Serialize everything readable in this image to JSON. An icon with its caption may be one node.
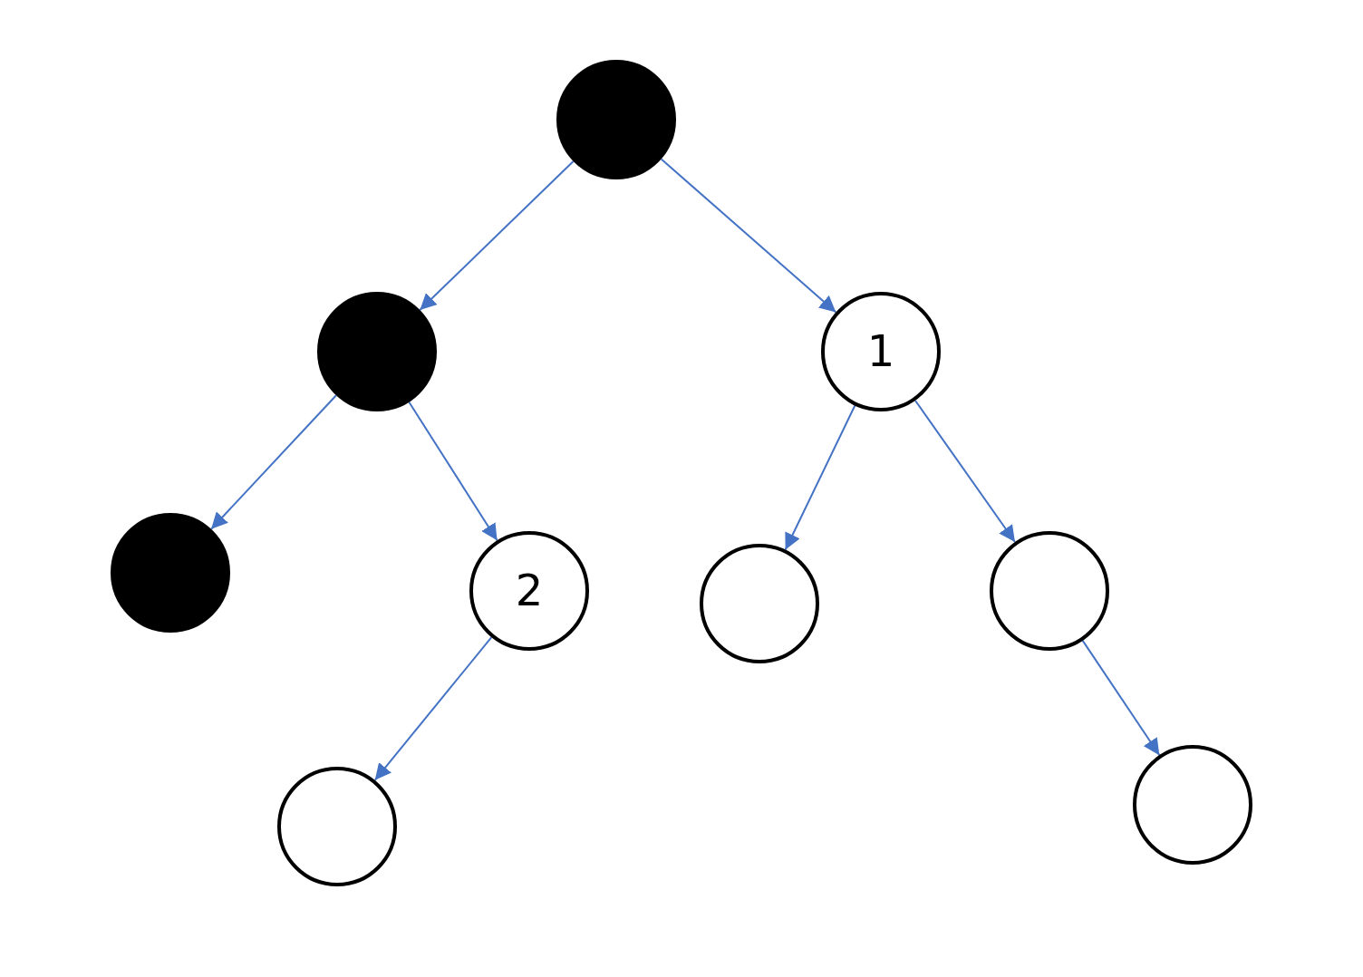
{
  "diagram": {
    "nodes": [
      {
        "text": [],
        "shape": "dot"
      },
      {
        "text": [],
        "shape": "dot"
      },
      {
        "text": [
          "1"
        ]
      },
      {
        "text": [],
        "shape": "dot"
      },
      {
        "text": [
          "2"
        ]
      },
      {
        "text": [],
        "shape": "circle"
      },
      {
        "text": [],
        "shape": "circle"
      },
      {
        "text": [],
        "shape": "circle"
      },
      {
        "text": [],
        "shape": "circle"
      }
    ],
    "edges": [
      {
        "from": 0,
        "to": 1,
        "arrow": "to"
      },
      {
        "from": 0,
        "to": 2,
        "arrow": "to"
      },
      {
        "from": 1,
        "to": 3,
        "arrow": "to"
      },
      {
        "from": 1,
        "to": 4,
        "arrow": "to"
      },
      {
        "from": 2,
        "to": 5,
        "arrow": "to"
      },
      {
        "from": 2,
        "to": 6,
        "arrow": "to"
      },
      {
        "from": 4,
        "to": 7,
        "arrow": "to"
      },
      {
        "from": 6,
        "to": 8,
        "arrow": "to"
      }
    ]
  }
}
